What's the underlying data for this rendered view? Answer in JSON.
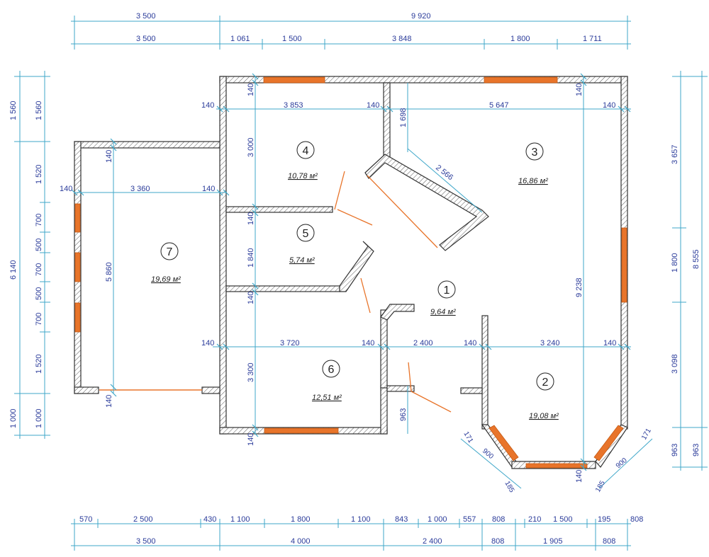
{
  "top_dims": {
    "overall": [
      "3 500",
      "9 920"
    ],
    "detail": [
      "3 500",
      "1 061",
      "1 500",
      "3 848",
      "1 800",
      "1 711"
    ]
  },
  "bottom_dims": {
    "detail": [
      "570",
      "2 500",
      "430",
      "1 100",
      "1 800",
      "1 100",
      "843",
      "1 000",
      "557",
      "808",
      "210",
      "1 500",
      "195",
      "808"
    ],
    "overall": [
      "3 500",
      "4 000",
      "2 400",
      "808",
      "1 905",
      "808"
    ]
  },
  "left_dims": {
    "outer": [
      "1 560",
      "6 140",
      "1 000"
    ],
    "inner": [
      "1 560",
      "1 520",
      "700",
      "500",
      "700",
      "500",
      "700",
      "1 520",
      "1 000"
    ]
  },
  "right_dims": {
    "inner": [
      "3 657",
      "1 800",
      "3 098",
      "963"
    ],
    "outer": [
      "8 555",
      "963"
    ]
  },
  "rooms": [
    {
      "num": "1",
      "area": "9,64 м²"
    },
    {
      "num": "2",
      "area": "19,08 м²"
    },
    {
      "num": "3",
      "area": "16,86 м²"
    },
    {
      "num": "4",
      "area": "10,78 м²"
    },
    {
      "num": "5",
      "area": "5,74 м²"
    },
    {
      "num": "6",
      "area": "12,51 м²"
    },
    {
      "num": "7",
      "area": "19,69 м²"
    }
  ],
  "interior_dims": {
    "row1": [
      "140",
      "3 853",
      "140",
      "5 647",
      "140"
    ],
    "row2": [
      "140",
      "3 360",
      "140"
    ],
    "row3": [
      "140",
      "3 720",
      "140",
      "2 400",
      "140",
      "3 240",
      "140"
    ],
    "vertical": [
      "140",
      "3 000",
      "140",
      "1 840",
      "140",
      "3 300",
      "140",
      "1 698",
      "2 566",
      "9 238",
      "140",
      "5 860",
      "140",
      "140",
      "963",
      "140"
    ],
    "bay": [
      "171",
      "900",
      "185",
      "185",
      "900",
      "171"
    ]
  },
  "colors": {
    "wall": "#333333",
    "window": "#e8742a",
    "dimension_line": "#3fa7c9",
    "dimension_text": "#2a3b9a"
  }
}
